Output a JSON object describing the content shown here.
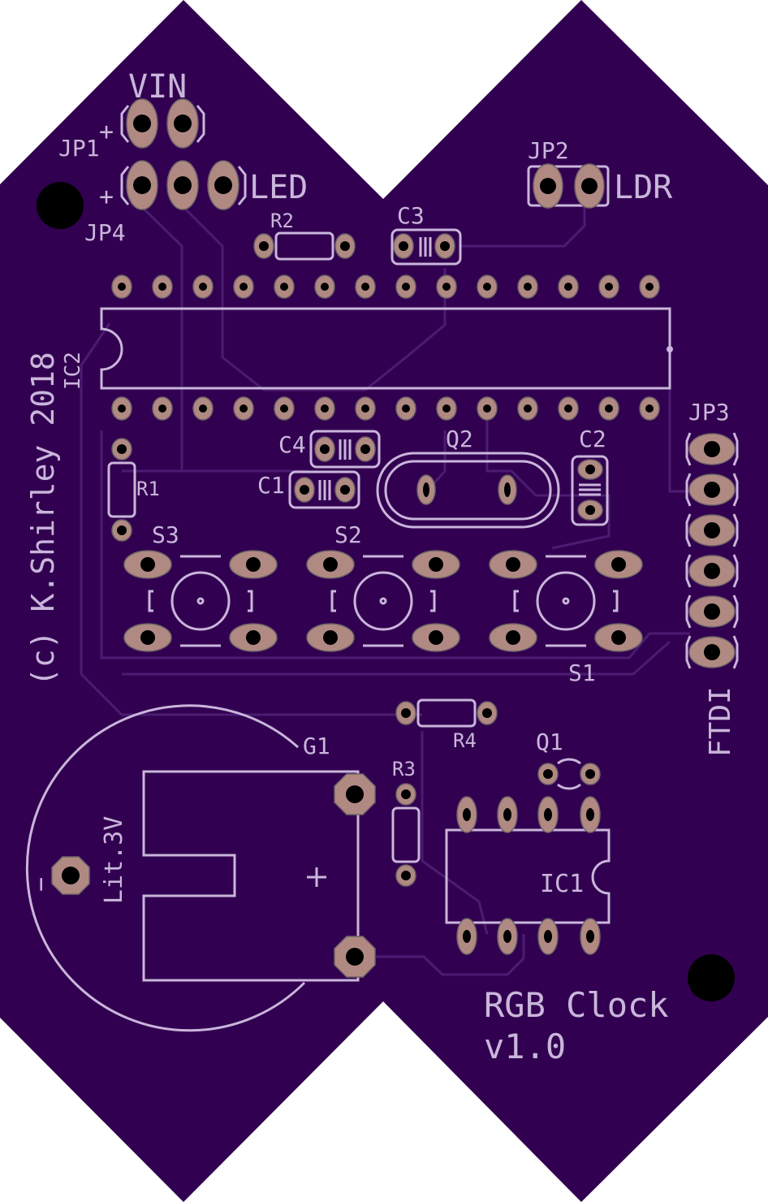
{
  "board": {
    "colors": {
      "substrate": "#320050",
      "silkscreen": "#c9b6db",
      "pad": "#b08a82",
      "trace": "#4a1c72",
      "drill": "#000000"
    },
    "title": "RGB Clock",
    "version": "v1.0",
    "copyright": "(c) K.Shirley 2018"
  },
  "labels": {
    "vin": "VIN",
    "jp1": "JP1",
    "jp1_plus": "+",
    "jp4": "JP4",
    "jp4_plus": "+",
    "led": "LED",
    "jp2": "JP2",
    "ldr": "LDR",
    "r2": "R2",
    "c3": "C3",
    "ic2": "IC2",
    "r1": "R1",
    "c4": "C4",
    "c1": "C1",
    "q2": "Q2",
    "c2": "C2",
    "jp3": "JP3",
    "ftdi": "FTDI",
    "s3": "S3",
    "s2": "S2",
    "s1": "S1",
    "r4": "R4",
    "g1": "G1",
    "battery": "Lit.3V",
    "batt_plus": "+",
    "batt_minus": "−",
    "r3": "R3",
    "q1": "Q1",
    "ic1": "IC1"
  }
}
